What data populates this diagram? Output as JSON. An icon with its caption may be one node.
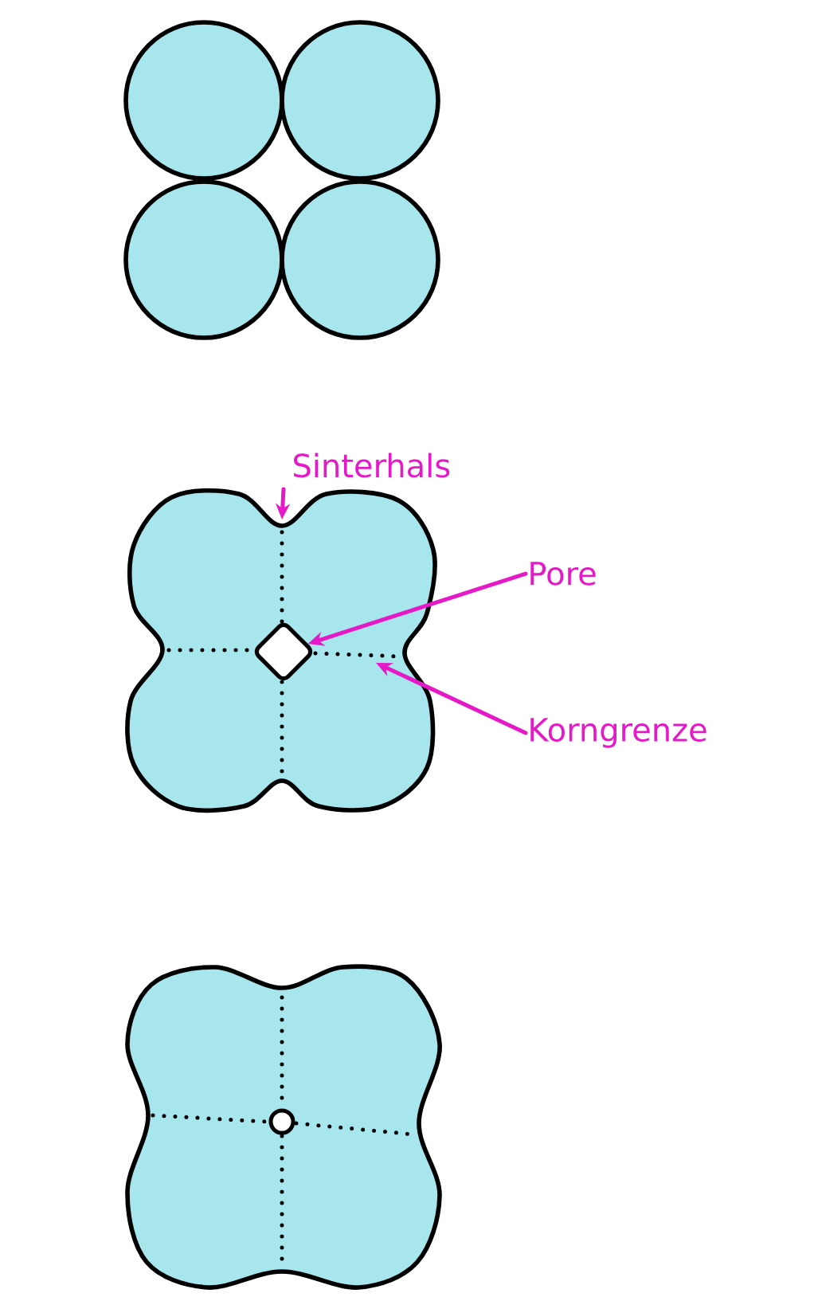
{
  "diagram": {
    "nodes": [
      {
        "text": [
          "Sinterhals"
        ]
      },
      {
        "text": [
          "Pore"
        ]
      },
      {
        "text": [
          "Korngrenze"
        ]
      },
      {
        "text": [],
        "shape": "picture"
      },
      {
        "text": [],
        "shape": "diamond",
        "in": 3
      }
    ],
    "edges": [
      {
        "from": 0,
        "to": 3,
        "arrow": "to"
      },
      {
        "from": 1,
        "to": 4,
        "arrow": "to"
      },
      {
        "from": 2,
        "to": 3,
        "arrow": "to"
      }
    ]
  }
}
